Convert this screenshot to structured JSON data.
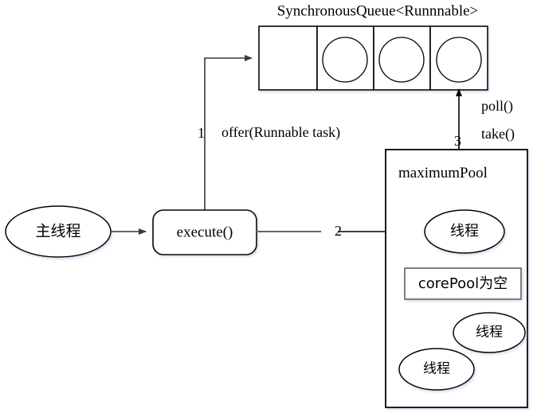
{
  "diagram": {
    "title": "SynchronousQueue<Runnnable>",
    "background_color": "#ffffff",
    "stroke_color": "#000000",
    "arrow_gray": "#666666",
    "queue": {
      "label": "SynchronousQueue<Runnnable>",
      "cells": [
        {
          "name": "queue-cell-1",
          "has_task": false
        },
        {
          "name": "queue-cell-2",
          "has_task": true
        },
        {
          "name": "queue-cell-3",
          "has_task": true
        },
        {
          "name": "queue-cell-4",
          "has_task": true
        }
      ]
    },
    "nodes": {
      "main_thread": "主线程",
      "execute": "execute()",
      "max_pool": "maximumPool",
      "pool_thread_1": "线程",
      "core_pool_empty": "corePool为空",
      "pool_thread_2": "线程",
      "pool_thread_3": "线程"
    },
    "edges": {
      "step1_number": "1",
      "step1_label": "offer(Runnable task)",
      "step2_number": "2",
      "step3_number": "3",
      "poll_label": "poll()",
      "take_label": "take()"
    }
  }
}
